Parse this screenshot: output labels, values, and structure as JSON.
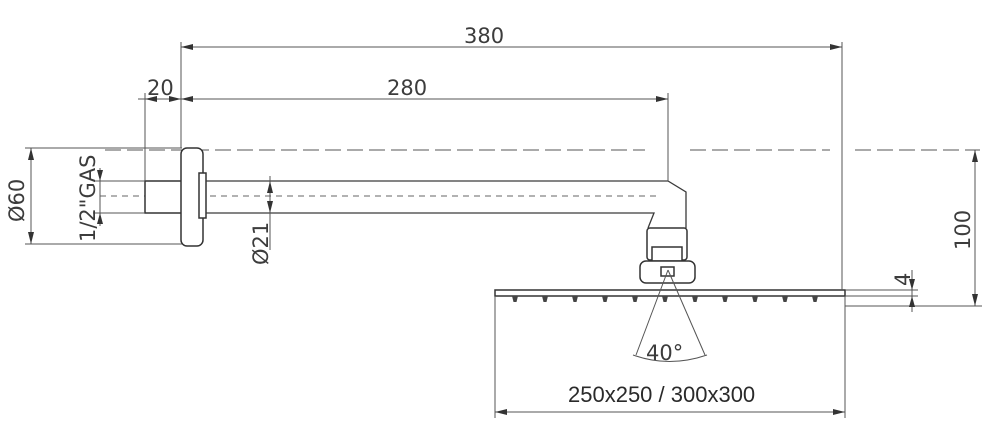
{
  "dimensions": {
    "total_length": "380",
    "arm_length": "280",
    "flange_offset": "20",
    "flange_diameter": "Ø60",
    "thread": "1/2\"GAS",
    "arm_diameter": "Ø21",
    "height": "100",
    "head_thickness": "4",
    "spray_angle": "40°",
    "head_sizes": "250x250 / 300x300"
  }
}
